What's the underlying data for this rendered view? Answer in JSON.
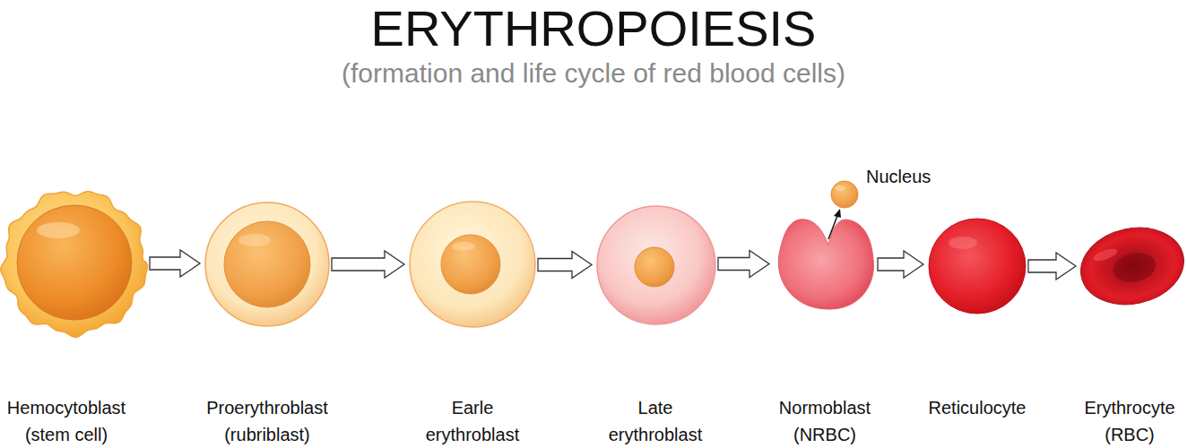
{
  "diagram": {
    "title": "ERYTHROPOIESIS",
    "caption": "(formation and life cycle of red blood cells)",
    "nodes": [
      {
        "text": [
          "Hemocytoblast (stem cell)"
        ]
      },
      {
        "text": [
          "Proerythroblast (rubriblast)"
        ]
      },
      {
        "text": [
          "Earle erythroblast"
        ]
      },
      {
        "text": [
          "Late erythroblast"
        ]
      },
      {
        "text": [
          "Normoblast (NRBC)"
        ]
      },
      {
        "text": [
          "Reticulocyte"
        ]
      },
      {
        "text": [
          "Erythrocyte (RBC)"
        ]
      }
    ],
    "edges": [
      {
        "from": 0,
        "to": 1,
        "arrow": "to"
      },
      {
        "from": 1,
        "to": 2,
        "arrow": "to"
      },
      {
        "from": 2,
        "to": 3,
        "arrow": "to"
      },
      {
        "from": 3,
        "to": 4,
        "arrow": "to"
      },
      {
        "from": 4,
        "to": 5,
        "arrow": "to"
      },
      {
        "from": 5,
        "to": 6,
        "arrow": "to"
      }
    ],
    "labels": [
      "Nucleus"
    ]
  }
}
